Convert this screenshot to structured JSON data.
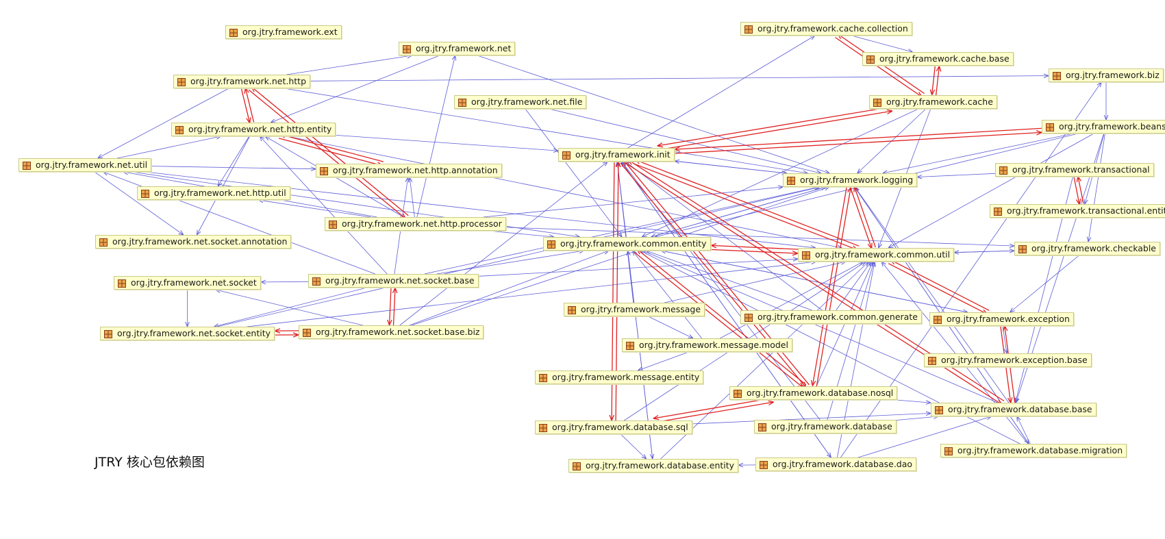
{
  "diagram": {
    "title": "JTRY 核心包依赖图",
    "colors": {
      "edge_normal": "#5b5bd6",
      "edge_cycle": "#e02020",
      "node_fill": "#ffffcc",
      "node_border": "#c9c98a",
      "icon_fill": "#e8a64a",
      "icon_stroke": "#8b3a1a"
    },
    "node_icon": "package-icon",
    "packages": [
      {
        "id": "ext",
        "label": "org.jtry.framework.ext"
      },
      {
        "id": "net",
        "label": "org.jtry.framework.net"
      },
      {
        "id": "net_http",
        "label": "org.jtry.framework.net.http"
      },
      {
        "id": "net_file",
        "label": "org.jtry.framework.net.file"
      },
      {
        "id": "net_http_entity",
        "label": "org.jtry.framework.net.http.entity"
      },
      {
        "id": "net_util",
        "label": "org.jtry.framework.net.util"
      },
      {
        "id": "net_http_annotation",
        "label": "org.jtry.framework.net.http.annotation"
      },
      {
        "id": "net_http_util",
        "label": "org.jtry.framework.net.http.util"
      },
      {
        "id": "net_http_processor",
        "label": "org.jtry.framework.net.http.processor"
      },
      {
        "id": "net_socket_annotation",
        "label": "org.jtry.framework.net.socket.annotation"
      },
      {
        "id": "net_socket",
        "label": "org.jtry.framework.net.socket"
      },
      {
        "id": "net_socket_base",
        "label": "org.jtry.framework.net.socket.base"
      },
      {
        "id": "net_socket_entity",
        "label": "org.jtry.framework.net.socket.entity"
      },
      {
        "id": "net_socket_base_biz",
        "label": "org.jtry.framework.net.socket.base.biz"
      },
      {
        "id": "cache_collection",
        "label": "org.jtry.framework.cache.collection"
      },
      {
        "id": "cache_base",
        "label": "org.jtry.framework.cache.base"
      },
      {
        "id": "biz",
        "label": "org.jtry.framework.biz"
      },
      {
        "id": "cache",
        "label": "org.jtry.framework.cache"
      },
      {
        "id": "beans",
        "label": "org.jtry.framework.beans"
      },
      {
        "id": "init",
        "label": "org.jtry.framework.init"
      },
      {
        "id": "logging",
        "label": "org.jtry.framework.logging"
      },
      {
        "id": "transactional",
        "label": "org.jtry.framework.transactional"
      },
      {
        "id": "transactional_entity",
        "label": "org.jtry.framework.transactional.entity"
      },
      {
        "id": "common_entity",
        "label": "org.jtry.framework.common.entity"
      },
      {
        "id": "common_util",
        "label": "org.jtry.framework.common.util"
      },
      {
        "id": "checkable",
        "label": "org.jtry.framework.checkable"
      },
      {
        "id": "message",
        "label": "org.jtry.framework.message"
      },
      {
        "id": "common_generate",
        "label": "org.jtry.framework.common.generate"
      },
      {
        "id": "exception",
        "label": "org.jtry.framework.exception"
      },
      {
        "id": "message_model",
        "label": "org.jtry.framework.message.model"
      },
      {
        "id": "exception_base",
        "label": "org.jtry.framework.exception.base"
      },
      {
        "id": "message_entity",
        "label": "org.jtry.framework.message.entity"
      },
      {
        "id": "database_nosql",
        "label": "org.jtry.framework.database.nosql"
      },
      {
        "id": "database_base",
        "label": "org.jtry.framework.database.base"
      },
      {
        "id": "database_sql",
        "label": "org.jtry.framework.database.sql"
      },
      {
        "id": "database",
        "label": "org.jtry.framework.database"
      },
      {
        "id": "database_migration",
        "label": "org.jtry.framework.database.migration"
      },
      {
        "id": "database_entity",
        "label": "org.jtry.framework.database.entity"
      },
      {
        "id": "database_dao",
        "label": "org.jtry.framework.database.dao"
      }
    ],
    "dependencies": [
      {
        "from": "net_http",
        "to": "net",
        "kind": "normal"
      },
      {
        "from": "net_http",
        "to": "biz",
        "kind": "normal"
      },
      {
        "from": "net_http",
        "to": "net_util",
        "kind": "normal"
      },
      {
        "from": "net_http",
        "to": "logging",
        "kind": "normal"
      },
      {
        "from": "net_http",
        "to": "net_http_entity",
        "kind": "cycle"
      },
      {
        "from": "net_http_entity",
        "to": "net_http",
        "kind": "cycle"
      },
      {
        "from": "net_http",
        "to": "net_http_processor",
        "kind": "cycle"
      },
      {
        "from": "net_http_processor",
        "to": "net_http",
        "kind": "cycle"
      },
      {
        "from": "net",
        "to": "net_http_entity",
        "kind": "normal"
      },
      {
        "from": "net",
        "to": "logging",
        "kind": "normal"
      },
      {
        "from": "net_http_entity",
        "to": "net_http_annotation",
        "kind": "cycle"
      },
      {
        "from": "net_http_annotation",
        "to": "net_http_entity",
        "kind": "cycle"
      },
      {
        "from": "net_http_entity",
        "to": "net_http_util",
        "kind": "normal"
      },
      {
        "from": "net_http_entity",
        "to": "net_socket_annotation",
        "kind": "normal"
      },
      {
        "from": "net_http_entity",
        "to": "init",
        "kind": "normal"
      },
      {
        "from": "net_http_entity",
        "to": "common_util",
        "kind": "normal"
      },
      {
        "from": "net_util",
        "to": "net_http_entity",
        "kind": "normal"
      },
      {
        "from": "net_util",
        "to": "net_http_annotation",
        "kind": "normal"
      },
      {
        "from": "net_util",
        "to": "net_socket_annotation",
        "kind": "normal"
      },
      {
        "from": "net_util",
        "to": "common_util",
        "kind": "normal"
      },
      {
        "from": "net_util",
        "to": "common_entity",
        "kind": "normal"
      },
      {
        "from": "net_http_processor",
        "to": "net_util",
        "kind": "normal"
      },
      {
        "from": "net_http_processor",
        "to": "net_http_util",
        "kind": "normal"
      },
      {
        "from": "net_http_processor",
        "to": "net_http_annotation",
        "kind": "normal"
      },
      {
        "from": "net_http_processor",
        "to": "net",
        "kind": "normal"
      },
      {
        "from": "net_http_processor",
        "to": "net_http_entity",
        "kind": "normal"
      },
      {
        "from": "net_http_processor",
        "to": "common_entity",
        "kind": "normal"
      },
      {
        "from": "net_http_processor",
        "to": "checkable",
        "kind": "normal"
      },
      {
        "from": "net_http_processor",
        "to": "logging",
        "kind": "normal"
      },
      {
        "from": "net_socket_base",
        "to": "net_socket",
        "kind": "normal"
      },
      {
        "from": "net_socket_base",
        "to": "net_http_entity",
        "kind": "normal"
      },
      {
        "from": "net_socket_base",
        "to": "net_util",
        "kind": "normal"
      },
      {
        "from": "net_socket_base",
        "to": "net_http_annotation",
        "kind": "normal"
      },
      {
        "from": "net_socket_base",
        "to": "net_socket_entity",
        "kind": "normal"
      },
      {
        "from": "net_socket_base",
        "to": "logging",
        "kind": "normal"
      },
      {
        "from": "net_socket_base",
        "to": "common_util",
        "kind": "normal"
      },
      {
        "from": "net_socket_base",
        "to": "common_entity",
        "kind": "normal"
      },
      {
        "from": "net_socket_base",
        "to": "net_socket_base_biz",
        "kind": "cycle"
      },
      {
        "from": "net_socket_base_biz",
        "to": "net_socket_base",
        "kind": "cycle"
      },
      {
        "from": "net_socket_base_biz",
        "to": "net_socket_entity",
        "kind": "cycle"
      },
      {
        "from": "net_socket_entity",
        "to": "net_socket_base_biz",
        "kind": "cycle"
      },
      {
        "from": "net_socket_base_biz",
        "to": "net_socket",
        "kind": "normal"
      },
      {
        "from": "net_socket_base_biz",
        "to": "init",
        "kind": "normal"
      },
      {
        "from": "net_socket_base_biz",
        "to": "logging",
        "kind": "normal"
      },
      {
        "from": "net_socket_base_biz",
        "to": "common_entity",
        "kind": "normal"
      },
      {
        "from": "net_socket_entity",
        "to": "logging",
        "kind": "normal"
      },
      {
        "from": "net_socket_entity",
        "to": "common_util",
        "kind": "normal"
      },
      {
        "from": "net_socket",
        "to": "net_socket_entity",
        "kind": "normal"
      },
      {
        "from": "net_file",
        "to": "common_entity",
        "kind": "normal"
      },
      {
        "from": "net_file",
        "to": "logging",
        "kind": "normal"
      },
      {
        "from": "cache_collection",
        "to": "cache_base",
        "kind": "normal"
      },
      {
        "from": "cache_collection",
        "to": "cache",
        "kind": "cycle"
      },
      {
        "from": "cache",
        "to": "cache_collection",
        "kind": "cycle"
      },
      {
        "from": "cache_base",
        "to": "cache",
        "kind": "cycle"
      },
      {
        "from": "cache",
        "to": "cache_base",
        "kind": "cycle"
      },
      {
        "from": "cache",
        "to": "logging",
        "kind": "normal"
      },
      {
        "from": "cache",
        "to": "common_util",
        "kind": "normal"
      },
      {
        "from": "cache",
        "to": "common_entity",
        "kind": "normal"
      },
      {
        "from": "biz",
        "to": "beans",
        "kind": "normal"
      },
      {
        "from": "init",
        "to": "cache_collection",
        "kind": "normal"
      },
      {
        "from": "init",
        "to": "cache",
        "kind": "cycle"
      },
      {
        "from": "cache",
        "to": "init",
        "kind": "cycle"
      },
      {
        "from": "init",
        "to": "beans",
        "kind": "cycle"
      },
      {
        "from": "beans",
        "to": "init",
        "kind": "cycle"
      },
      {
        "from": "init",
        "to": "logging",
        "kind": "normal"
      },
      {
        "from": "logging",
        "to": "init",
        "kind": "normal"
      },
      {
        "from": "init",
        "to": "common_util",
        "kind": "cycle"
      },
      {
        "from": "common_util",
        "to": "init",
        "kind": "cycle"
      },
      {
        "from": "init",
        "to": "database_sql",
        "kind": "cycle"
      },
      {
        "from": "database_sql",
        "to": "init",
        "kind": "cycle"
      },
      {
        "from": "init",
        "to": "database_nosql",
        "kind": "cycle"
      },
      {
        "from": "database_nosql",
        "to": "init",
        "kind": "cycle"
      },
      {
        "from": "init",
        "to": "database_base",
        "kind": "cycle"
      },
      {
        "from": "database_base",
        "to": "init",
        "kind": "cycle"
      },
      {
        "from": "init",
        "to": "database_entity",
        "kind": "normal"
      },
      {
        "from": "init",
        "to": "database_dao",
        "kind": "normal"
      },
      {
        "from": "beans",
        "to": "logging",
        "kind": "normal"
      },
      {
        "from": "beans",
        "to": "common_util",
        "kind": "normal"
      },
      {
        "from": "beans",
        "to": "common_entity",
        "kind": "normal"
      },
      {
        "from": "beans",
        "to": "transactional_entity",
        "kind": "normal"
      },
      {
        "from": "beans",
        "to": "checkable",
        "kind": "normal"
      },
      {
        "from": "beans",
        "to": "database_base",
        "kind": "normal"
      },
      {
        "from": "transactional",
        "to": "transactional_entity",
        "kind": "cycle"
      },
      {
        "from": "transactional_entity",
        "to": "transactional",
        "kind": "cycle"
      },
      {
        "from": "transactional",
        "to": "logging",
        "kind": "normal"
      },
      {
        "from": "transactional",
        "to": "database_base",
        "kind": "normal"
      },
      {
        "from": "logging",
        "to": "common_util",
        "kind": "cycle"
      },
      {
        "from": "common_util",
        "to": "logging",
        "kind": "cycle"
      },
      {
        "from": "logging",
        "to": "database_nosql",
        "kind": "cycle"
      },
      {
        "from": "database_nosql",
        "to": "logging",
        "kind": "cycle"
      },
      {
        "from": "logging",
        "to": "common_entity",
        "kind": "normal"
      },
      {
        "from": "logging",
        "to": "database_migration",
        "kind": "normal"
      },
      {
        "from": "common_entity",
        "to": "common_util",
        "kind": "cycle"
      },
      {
        "from": "common_util",
        "to": "common_entity",
        "kind": "cycle"
      },
      {
        "from": "common_entity",
        "to": "database_nosql",
        "kind": "cycle"
      },
      {
        "from": "database_nosql",
        "to": "common_entity",
        "kind": "cycle"
      },
      {
        "from": "common_entity",
        "to": "logging",
        "kind": "normal"
      },
      {
        "from": "common_entity",
        "to": "exception",
        "kind": "normal"
      },
      {
        "from": "common_entity",
        "to": "init",
        "kind": "normal"
      },
      {
        "from": "common_util",
        "to": "checkable",
        "kind": "normal"
      },
      {
        "from": "checkable",
        "to": "common_util",
        "kind": "normal"
      },
      {
        "from": "checkable",
        "to": "exception",
        "kind": "normal"
      },
      {
        "from": "common_util",
        "to": "exception",
        "kind": "cycle"
      },
      {
        "from": "exception",
        "to": "common_util",
        "kind": "cycle"
      },
      {
        "from": "exception",
        "to": "exception_base",
        "kind": "normal"
      },
      {
        "from": "exception",
        "to": "common_entity",
        "kind": "normal"
      },
      {
        "from": "exception",
        "to": "database_base",
        "kind": "cycle"
      },
      {
        "from": "database_base",
        "to": "exception",
        "kind": "cycle"
      },
      {
        "from": "message",
        "to": "message_model",
        "kind": "normal"
      },
      {
        "from": "message",
        "to": "common_util",
        "kind": "normal"
      },
      {
        "from": "message",
        "to": "init",
        "kind": "normal"
      },
      {
        "from": "message_model",
        "to": "message_entity",
        "kind": "normal"
      },
      {
        "from": "message_model",
        "to": "common_entity",
        "kind": "normal"
      },
      {
        "from": "message_model",
        "to": "common_util",
        "kind": "normal"
      },
      {
        "from": "common_generate",
        "to": "common_util",
        "kind": "normal"
      },
      {
        "from": "common_generate",
        "to": "common_entity",
        "kind": "normal"
      },
      {
        "from": "common_generate",
        "to": "init",
        "kind": "normal"
      },
      {
        "from": "database_nosql",
        "to": "database_sql",
        "kind": "cycle"
      },
      {
        "from": "database_sql",
        "to": "database_nosql",
        "kind": "cycle"
      },
      {
        "from": "database_nosql",
        "to": "database_base",
        "kind": "normal"
      },
      {
        "from": "database_nosql",
        "to": "common_util",
        "kind": "normal"
      },
      {
        "from": "database_sql",
        "to": "database_base",
        "kind": "normal"
      },
      {
        "from": "database_sql",
        "to": "database_entity",
        "kind": "normal"
      },
      {
        "from": "database_sql",
        "to": "common_util",
        "kind": "normal"
      },
      {
        "from": "database",
        "to": "database_base",
        "kind": "normal"
      },
      {
        "from": "database",
        "to": "common_util",
        "kind": "normal"
      },
      {
        "from": "database",
        "to": "init",
        "kind": "normal"
      },
      {
        "from": "database_migration",
        "to": "database_base",
        "kind": "normal"
      },
      {
        "from": "database_migration",
        "to": "common_util",
        "kind": "normal"
      },
      {
        "from": "database_migration",
        "to": "logging",
        "kind": "normal"
      },
      {
        "from": "database_migration",
        "to": "common_entity",
        "kind": "normal"
      },
      {
        "from": "database_dao",
        "to": "database_base",
        "kind": "normal"
      },
      {
        "from": "database_dao",
        "to": "database_entity",
        "kind": "normal"
      },
      {
        "from": "database_dao",
        "to": "common_util",
        "kind": "normal"
      },
      {
        "from": "database_dao",
        "to": "init",
        "kind": "normal"
      },
      {
        "from": "database_dao",
        "to": "biz",
        "kind": "normal"
      },
      {
        "from": "database_entity",
        "to": "common_util",
        "kind": "normal"
      },
      {
        "from": "database_entity",
        "to": "common_entity",
        "kind": "normal"
      },
      {
        "from": "database_base",
        "to": "logging",
        "kind": "normal"
      },
      {
        "from": "database_base",
        "to": "common_entity",
        "kind": "normal"
      }
    ]
  }
}
